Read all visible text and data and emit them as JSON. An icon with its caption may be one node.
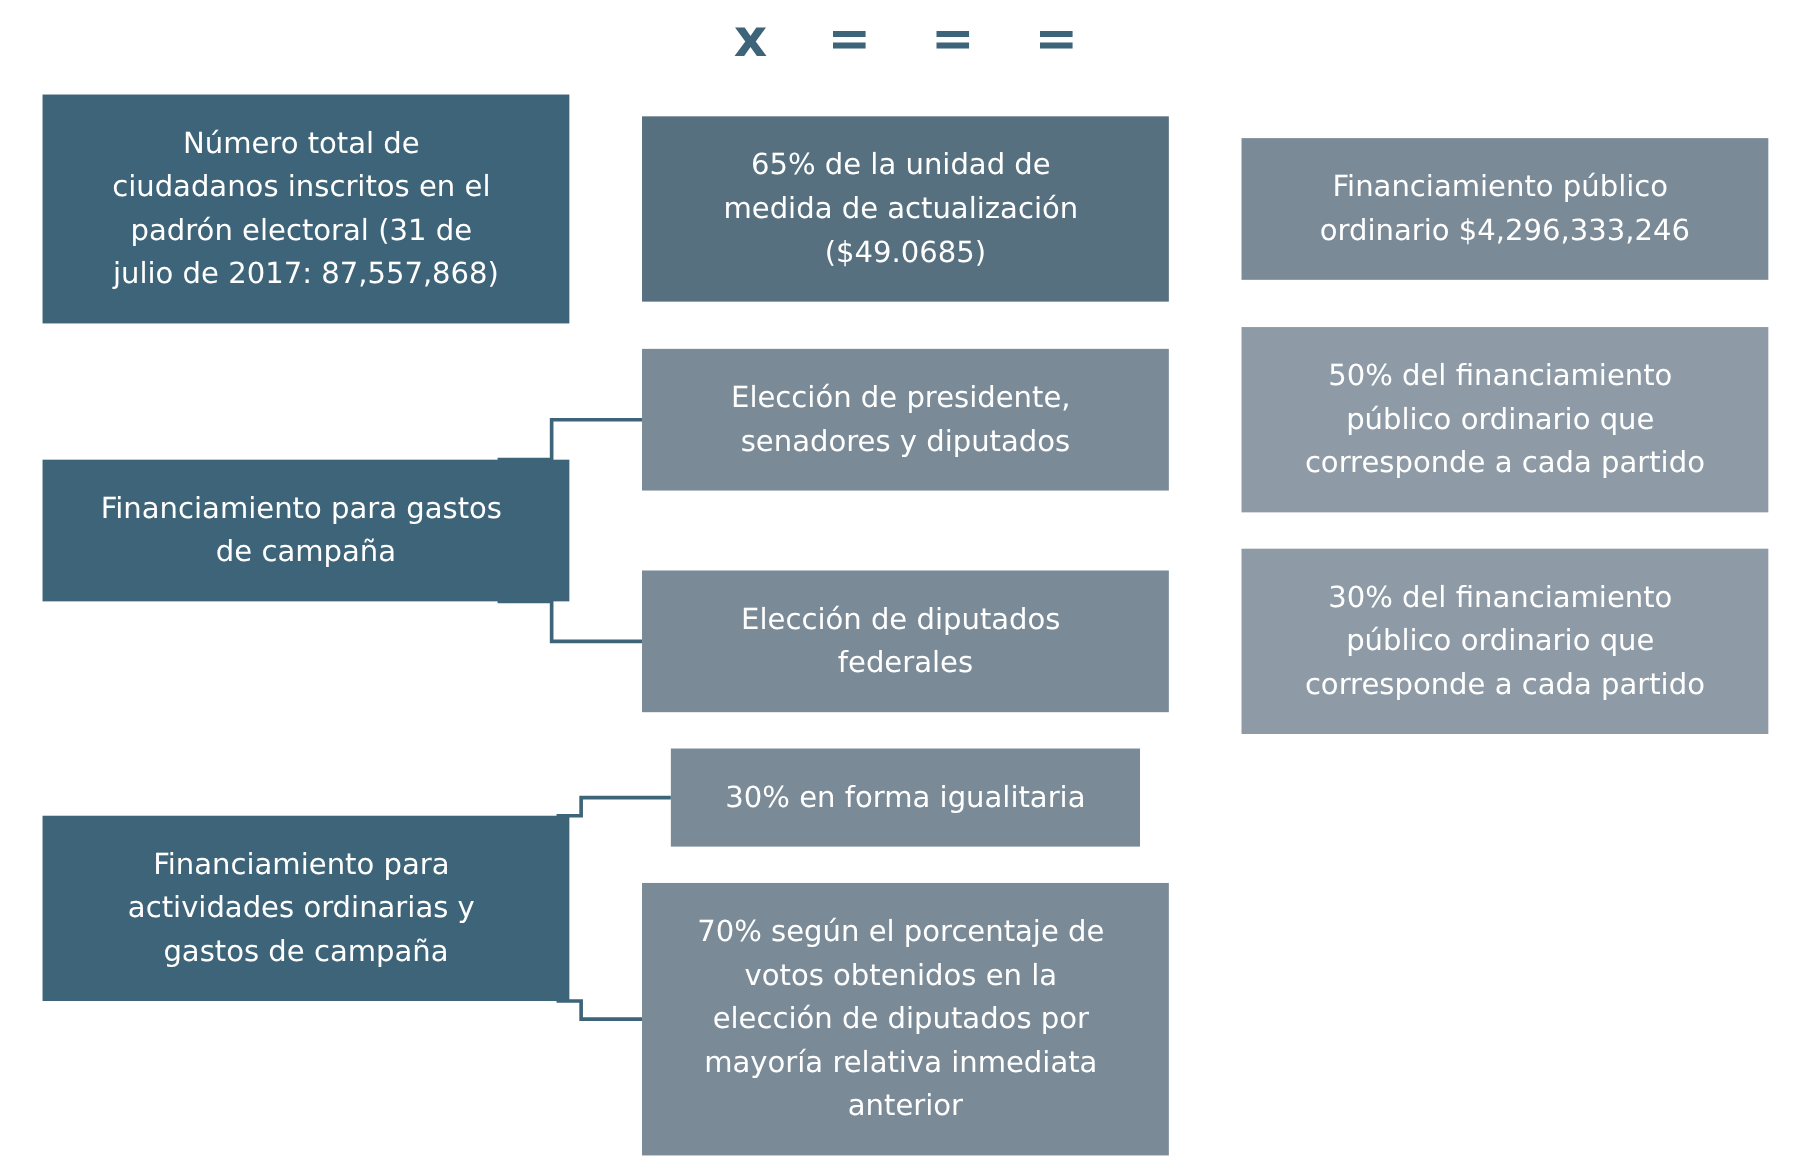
{
  "diagram": {
    "nodes": [
      {
        "text": [
          "Número total de ciudadanos inscritos en el padrón electoral (31 de julio de 2017: 87,557,868)"
        ]
      },
      {
        "text": [
          "65% de la unidad de medida de actualización ($49.0685)"
        ]
      },
      {
        "text": [
          "Financiamiento público ordinario $4,296,333,246"
        ]
      },
      {
        "text": [
          "Financiamiento para gastos de campaña"
        ]
      },
      {
        "text": [
          "Elección de presidente, senadores y diputados"
        ]
      },
      {
        "text": [
          "50% del financiamiento público ordinario que corresponde a cada partido"
        ]
      },
      {
        "text": [
          "Elección de diputados federales"
        ]
      },
      {
        "text": [
          "30% del financiamiento público ordinario que corresponde a cada partido"
        ]
      },
      {
        "text": [
          "Financiamiento para actividades ordinarias y gastos de campaña"
        ]
      },
      {
        "text": [
          "30% en forma igualitaria"
        ]
      },
      {
        "text": [
          "70% según el porcentaje de votos obtenidos en la elección de diputados por mayoría relativa inmediata anterior"
        ]
      }
    ],
    "edges": [
      {
        "from": 3,
        "to": 4,
        "arrow": "none"
      },
      {
        "from": 3,
        "to": 6,
        "arrow": "none"
      },
      {
        "from": 8,
        "to": 9,
        "arrow": "none"
      },
      {
        "from": 8,
        "to": 10,
        "arrow": "none"
      }
    ],
    "labels": [
      "x",
      "=",
      "=",
      "="
    ]
  }
}
